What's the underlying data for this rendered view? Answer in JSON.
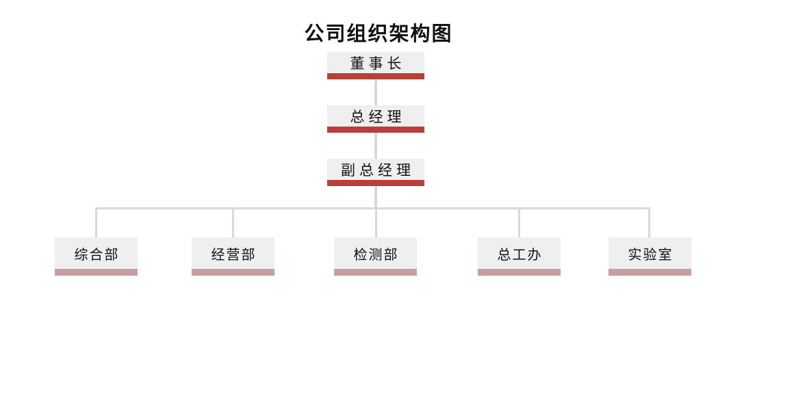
{
  "title": "公司组织架构图",
  "colors": {
    "accent_dark": "#b8403a",
    "accent_light": "#c89fa0",
    "node_fill": "#f0efef",
    "connector": "#d9d9d9",
    "text": "#111111",
    "background": "#ffffff"
  },
  "org": {
    "chairman": {
      "label": "董事长"
    },
    "general_manager": {
      "label": "总经理"
    },
    "deputy_general_manager": {
      "label": "副总经理"
    },
    "departments": [
      {
        "label": "综合部"
      },
      {
        "label": "经营部"
      },
      {
        "label": "检测部"
      },
      {
        "label": "总工办"
      },
      {
        "label": "实验室"
      }
    ]
  }
}
